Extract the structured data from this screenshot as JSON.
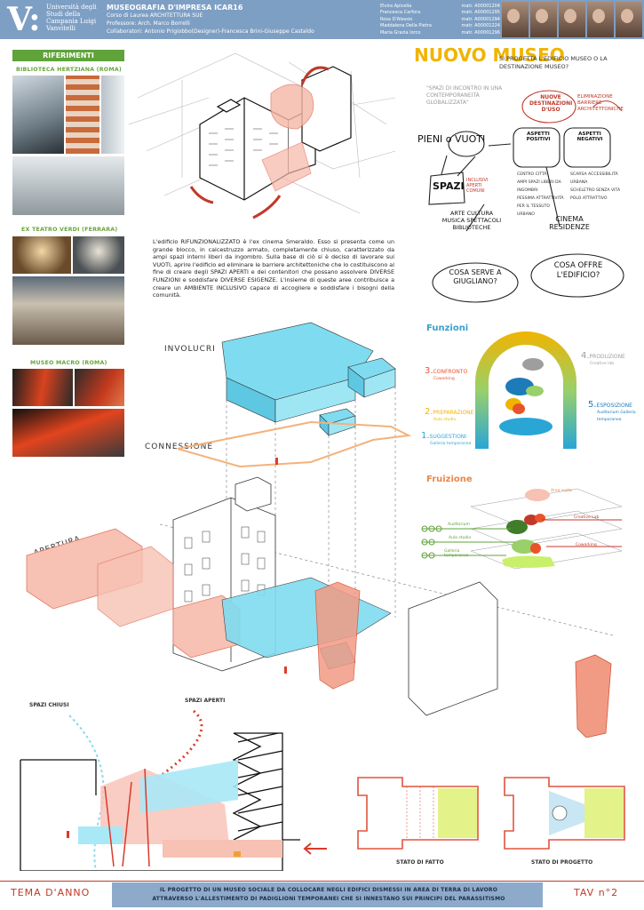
{
  "header": {
    "logo_mark": "V:",
    "university": "Università degli Studi della Campania Luigi Vanvitelli",
    "course_title": "MUSEOGRAFIA D'IMPRESA ICAR16",
    "course_subtitle": "Corso di Laurea ARCHITETTURA SUE",
    "professor": "Professore: Arch. Marco Borrelli",
    "collaborators": "Collaboratori: Antonio Prigiobbo(Designer)-Francesca Brini-Giuseppe Castaldo",
    "students": [
      {
        "name": "Elvira Apicella",
        "matr": "matr. A00001204"
      },
      {
        "name": "Francesca Carfora",
        "matr": "matr. A00001295"
      },
      {
        "name": "Rosa D'Alessio",
        "matr": "matr. A00001294"
      },
      {
        "name": "Maddalena Della Pietra",
        "matr": "matr. A00001224"
      },
      {
        "name": "Maria Grazia Iorco",
        "matr": "matr. A00001296"
      }
    ]
  },
  "references": {
    "heading": "RIFERIMENTI",
    "items": [
      {
        "label": "BIBLIOTECA HERTZIANA (ROMA)"
      },
      {
        "label": "EX TEATRO VERDI (FERRARA)"
      },
      {
        "label": "MUSEO MACRO (ROMA)"
      }
    ]
  },
  "concept_map": {
    "title": "NUOVO MUSEO",
    "subtitle": "\"SPAZI DI INCONTRO IN UNA CONTEMPORANEITÀ GLOBALIZZATA\"",
    "question_top": "SI PROGETTA L'EDIFICIO MUSEO O LA DESTINAZIONE MUSEO?",
    "new_destinations": "NUOVE DESTINAZIONI D'USO",
    "eliminate_barriers": "ELIMINAZIONE BARRIERE ARCHITETTONICHE",
    "pieni_vuoti": "PIENI o VUOTI",
    "positive_title": "ASPETTI POSITIVI",
    "positive_items": [
      "CENTRO CITTÀ",
      "AMPI SPAZI LIBERI DA INGOMBRI",
      "PESSIMA ATTRATTIVITÀ PER IL TESSUTO URBANO"
    ],
    "negative_title": "ASPETTI NEGATIVI",
    "negative_items": [
      "SCARSA ACCESSIBILITÀ URBANA",
      "SCHELETRO SENZA VITA",
      "POLO ATTRATTIVO"
    ],
    "spazi": "SPAZI",
    "spazi_note": "INCLUSIVI APERTI COMUNI",
    "activities": "ARTE CULTURA MUSICA SPETTACOLI BIBLIOTECHE",
    "cinema": "CINEMA RESIDENZE",
    "question_serve": "COSA SERVE A GIUGLIANO?",
    "question_offre": "COSA OFFRE L'EDIFICIO?"
  },
  "description": "L'edificio RIFUNZIONALIZZATO è l'ex cinema Smeraldo. Esso si presenta come un grande blocco, in calcestruzzo armato, completamente chiuso, caratterizzato da ampi spazi interni liberi da ingombro. Sulla base di ciò si è deciso di lavorare sui VUOTI, aprire l'edificio ed eliminare le barriere architettoniche che lo costituiscono al fine di creare degli SPAZI APERTI e dei contenitori che possano assolvere DIVERSE FUNZIONI e soddisfare DIVERSE ESIGENZE. L'insieme di queste aree contribuisce a creare un AMBIENTE INCLUSIVO capace di accogliere e soddisfare i bisogni della comunità.",
  "axonometric": {
    "involucri": "INVOLUCRI",
    "connessione": "CONNESSIONE",
    "apertura": "APERTURA"
  },
  "funzioni": {
    "title": "Funzioni",
    "items": [
      {
        "num": "3.",
        "label": "CONFRONTO",
        "sub": "Coworking"
      },
      {
        "num": "2.",
        "label": "PREPARAZIONE",
        "sub": "Aula studio"
      },
      {
        "num": "1.",
        "label": "SUGGESTIONI",
        "sub": "Galleria temporanea"
      },
      {
        "num": "4.",
        "label": "PRODUZIONE",
        "sub": "Creative lab"
      },
      {
        "num": "5.",
        "label": "ESPOSIZIONE",
        "sub": "Auditorium Galleria temporanea"
      }
    ]
  },
  "fruizione": {
    "title": "Fruizione",
    "labels": [
      "Area sosta",
      "Creative Lab",
      "Auditorium",
      "Aula studio",
      "Coworking",
      "Galleria temporanea"
    ]
  },
  "section": {
    "spazi_chiusi": "SPAZI CHIUSI",
    "spazi_aperti": "SPAZI APERTI"
  },
  "plans": {
    "stato_fatto": "STATO DI FATTO",
    "stato_progetto": "STATO DI PROGETTO"
  },
  "footer": {
    "tema": "TEMA D'ANNO",
    "line1": "IL PROGETTO DI UN MUSEO SOCIALE DA COLLOCARE NEGLI EDIFICI DISMESSI IN AREA DI TERRA DI LAVORO",
    "line2": "ATTRAVERSO L'ALLESTIMENTO DI PADIGLIONI TEMPORANEI CHE SI INNESTANO SUI PRINCIPI DEL PARASSITISMO",
    "tav": "TAV n°2"
  },
  "colors": {
    "header": "#7e9fc4",
    "accent_green": "#5fa33a",
    "salmon": "#f2a593",
    "cyan": "#7fdcf0",
    "red": "#c0392b"
  }
}
